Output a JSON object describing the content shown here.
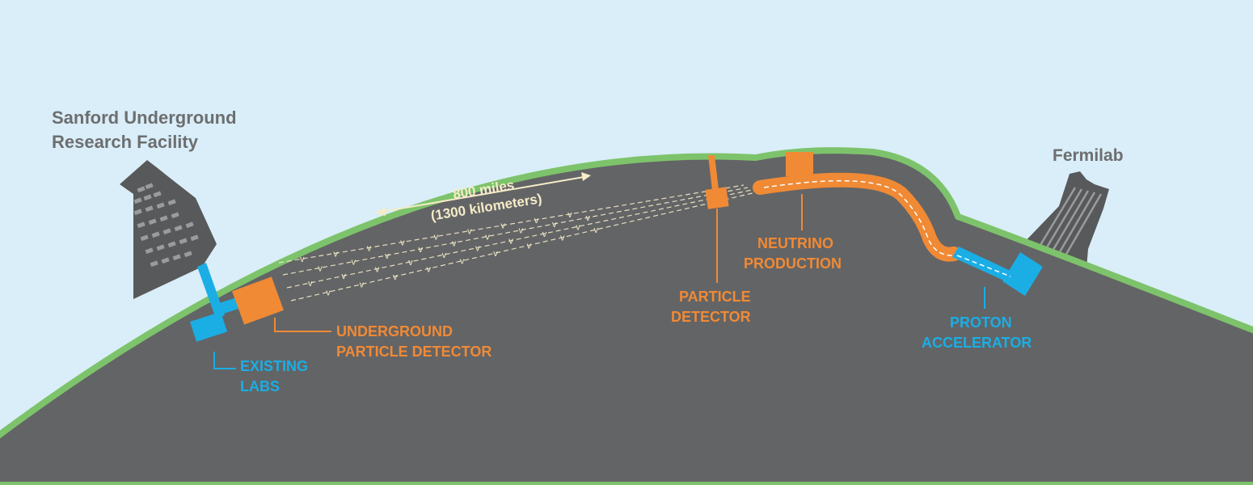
{
  "places": {
    "sanford_line1": "Sanford Underground",
    "sanford_line2": "Research Facility",
    "fermilab": "Fermilab"
  },
  "distance": {
    "line1": "800 miles",
    "line2": "(1300 kilometers)"
  },
  "labels": {
    "existing_line1": "EXISTING",
    "existing_line2": "LABS",
    "underground_line1": "UNDERGROUND",
    "underground_line2": "PARTICLE DETECTOR",
    "particle_line1": "PARTICLE",
    "particle_line2": "DETECTOR",
    "neutrino_line1": "NEUTRINO",
    "neutrino_line2": "PRODUCTION",
    "proton_line1": "PROTON",
    "proton_line2": "ACCELERATOR"
  },
  "neutrino_symbol": "v",
  "colors": {
    "sky": "#d9eef8",
    "ground": "#636466",
    "surface": "#7dc36b",
    "building": "#58595b",
    "orange": "#f08a35",
    "blue": "#1aaee5",
    "beam": "#f5ecc8",
    "label_gray": "#6d6e70"
  }
}
